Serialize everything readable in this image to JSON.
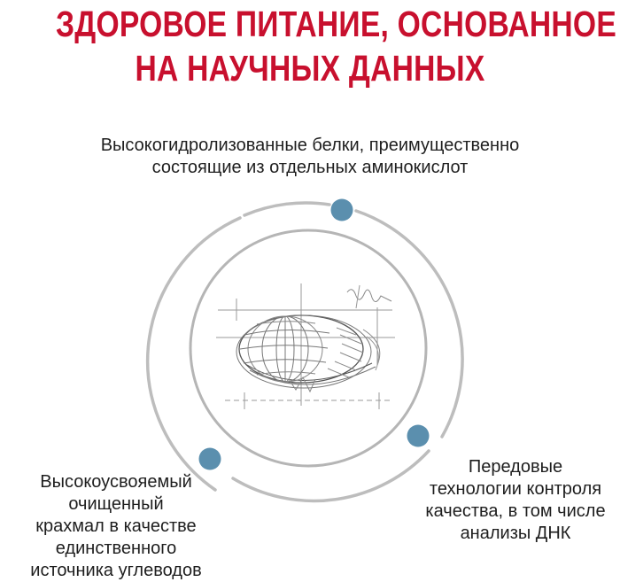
{
  "headline": {
    "line1": "ЗДОРОВОЕ ПИТАНИЕ, ОСНОВАННОЕ",
    "line2": "НА НАУЧНЫХ ДАННЫХ"
  },
  "captions": {
    "top": {
      "line1": "Высокогидролизованные белки, преимущественно",
      "line2": "состоящие из отдельных аминокислот"
    },
    "left": {
      "line1": "Высокоусвояемый",
      "line2": "очищенный",
      "line3": "крахмал в качестве",
      "line4": "единственного",
      "line5": "источника углеводов"
    },
    "right": {
      "line1": "Передовые",
      "line2": "технологии контроля",
      "line3": "качества, в том числе",
      "line4": "анализы ДНК"
    }
  },
  "colors": {
    "headline": "#c8102e",
    "dot": "#5b8fae",
    "ring": "#b9b9b9",
    "text": "#1e1e1e"
  },
  "icons": [
    "kibble-sketch-icon",
    "marker-dot-icon"
  ]
}
